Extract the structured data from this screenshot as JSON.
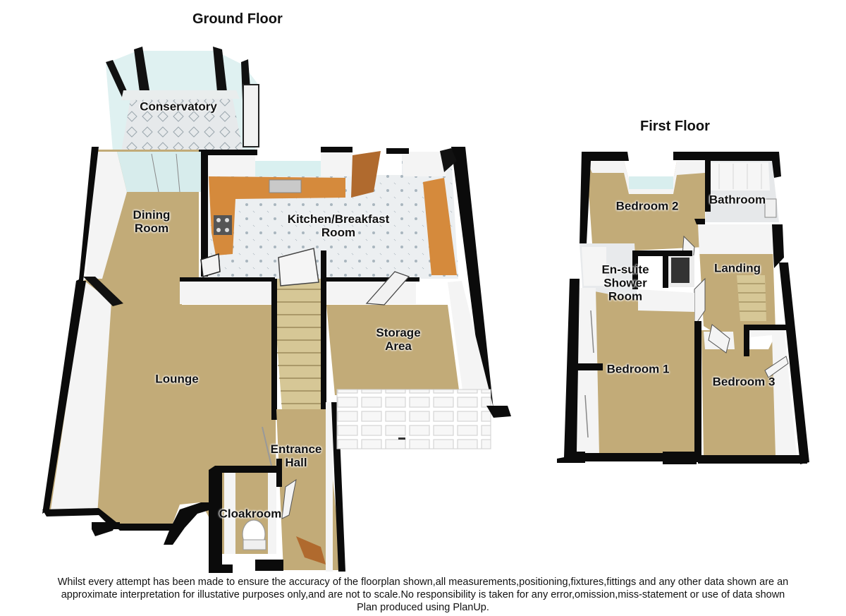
{
  "floors": {
    "ground": {
      "title": "Ground Floor"
    },
    "first": {
      "title": "First Floor"
    }
  },
  "rooms": {
    "conservatory": "Conservatory",
    "dining_room": "Dining\nRoom",
    "kitchen": "Kitchen/Breakfast\nRoom",
    "lounge": "Lounge",
    "storage": "Storage\nArea",
    "entrance_hall": "Entrance\nHall",
    "cloakroom": "Cloakroom",
    "bedroom_2": "Bedroom 2",
    "bathroom": "Bathroom",
    "ensuite": "En-suite\nShower\nRoom",
    "landing": "Landing",
    "bedroom_1": "Bedroom 1",
    "bedroom_3": "Bedroom 3"
  },
  "disclaimer": {
    "line1": "Whilst every attempt has been made to ensure the accuracy of the floorplan shown,all measurements,positioning,fixtures,fittings and any other data shown are an",
    "line2": "approximate interpretation for illustative purposes only,and are not to scale.No responsibility is taken for any error,omission,miss-statement or use of data shown",
    "line3": "Plan produced using PlanUp."
  },
  "colors": {
    "wall": "#0b0b0b",
    "wall_face": "#f3f3f3",
    "carpet": "#bfa877",
    "tile": "#e9ecee",
    "worktop": "#d58a3c",
    "glass": "#d9efef"
  }
}
